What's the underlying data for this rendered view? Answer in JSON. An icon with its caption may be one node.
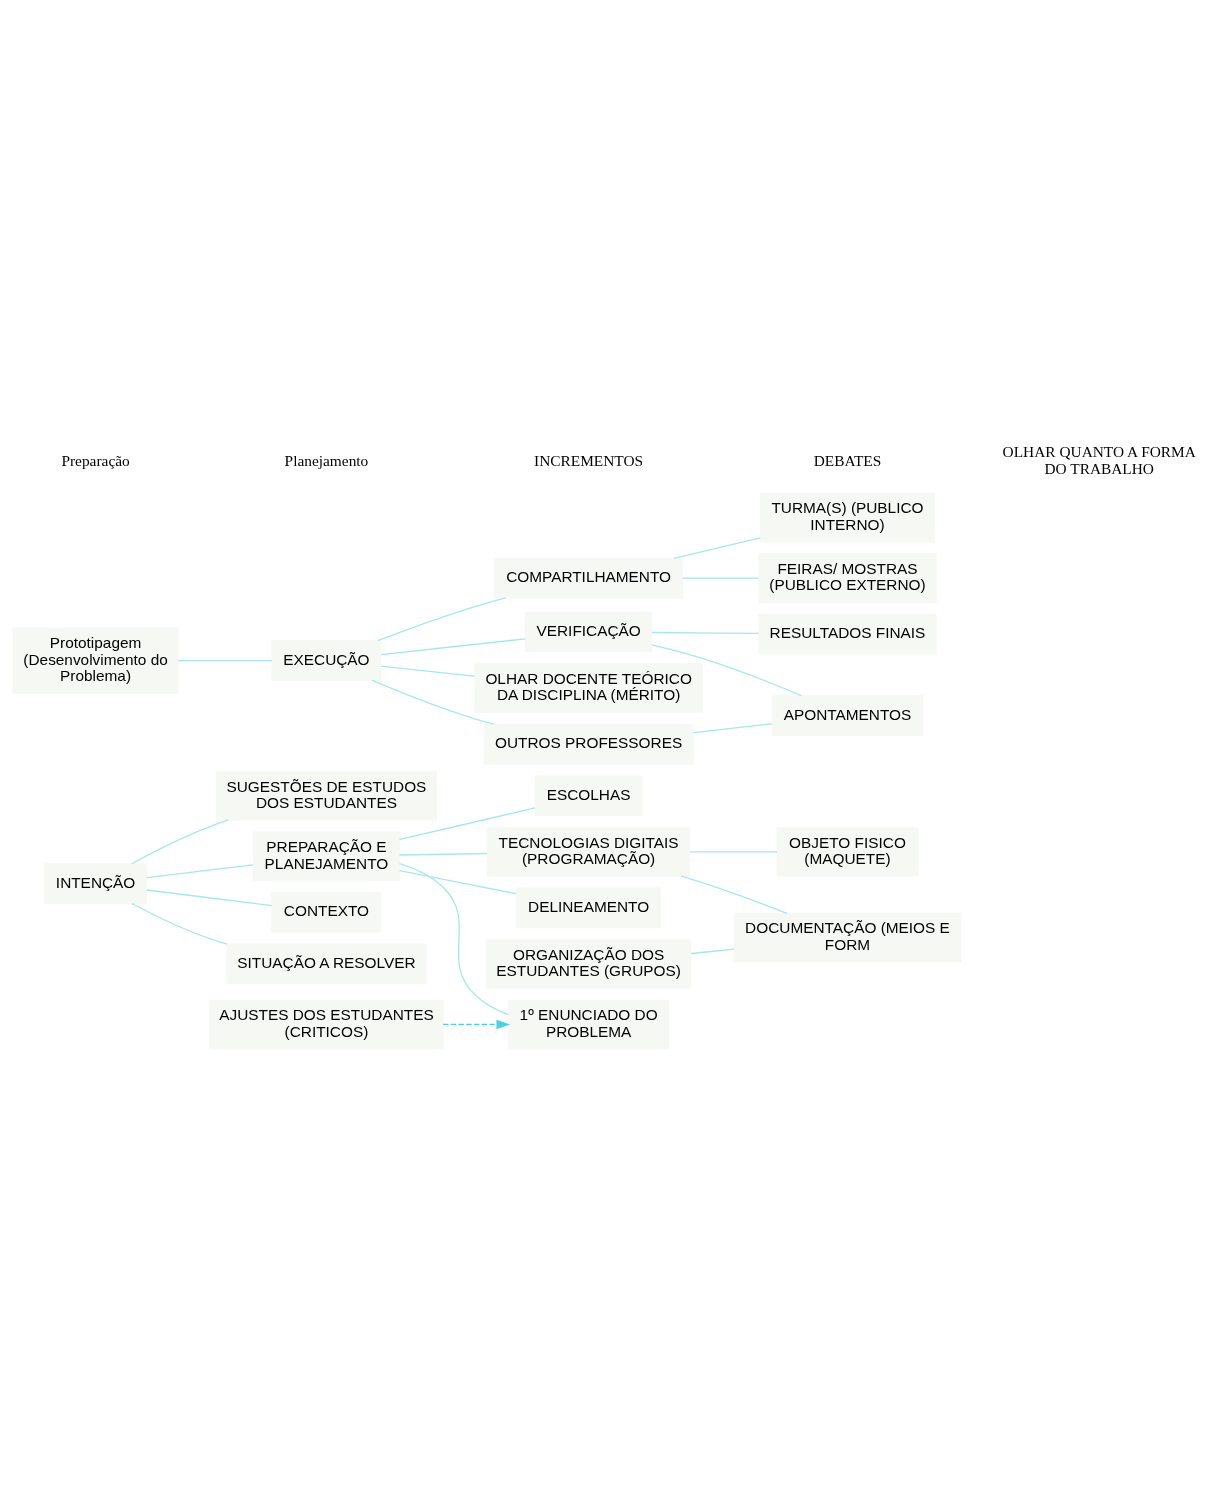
{
  "diagram": {
    "nodes": [
      {
        "text": [
          "INTENÇÃO"
        ]
      },
      {
        "text": [
          "PREPARAÇÃO E PLANEJAMENTO"
        ]
      },
      {
        "text": [
          "CONTEXTO"
        ]
      },
      {
        "text": [
          "SITUAÇÃO A RESOLVER"
        ]
      },
      {
        "text": [
          "SUGESTÕES DE ESTUDOS DOS ESTUDANTES"
        ]
      },
      {
        "text": [
          "1º ENUNCIADO DO PROBLEMA"
        ]
      },
      {
        "text": [
          "DELINEAMENTO"
        ]
      },
      {
        "text": [
          "ESCOLHAS"
        ]
      },
      {
        "text": [
          "AJUSTES DOS ESTUDANTES (CRITICOS)"
        ]
      },
      {
        "text": [
          "ORGANIZAÇÃO DOS ESTUDANTES (GRUPOS)"
        ]
      },
      {
        "text": [
          "TECNOLOGIAS DIGITAIS (PROGRAMAÇÃO)"
        ]
      },
      {
        "text": [
          "DOCUMENTAÇÃO (MEIOS E FORM"
        ]
      },
      {
        "text": [
          "OBJETO FISICO (MAQUETE)"
        ]
      },
      {
        "text": [
          "Prototipagem (Desenvolvimento do Problema)"
        ]
      },
      {
        "text": [
          "EXECUÇÃO"
        ]
      },
      {
        "text": [
          "VERIFICAÇÃO"
        ]
      },
      {
        "text": [
          "RESULTADOS FINAIS"
        ]
      },
      {
        "text": [
          "COMPARTILHAMENTO"
        ]
      },
      {
        "text": [
          "OLHAR DOCENTE TEÓRICO DA DISCIPLINA (MÉRITO)"
        ]
      },
      {
        "text": [
          "OUTROS PROFESSORES"
        ]
      },
      {
        "text": [
          "TURMA(S) (PUBLICO INTERNO)"
        ]
      },
      {
        "text": [
          "FEIRAS/ MOSTRAS (PUBLICO EXTERNO)"
        ]
      },
      {
        "text": [
          "APONTAMENTOS"
        ]
      }
    ],
    "edges": [
      {
        "from": 0,
        "to": 1,
        "arrow": "none"
      },
      {
        "from": 0,
        "to": 2,
        "arrow": "none"
      },
      {
        "from": 0,
        "to": 3,
        "arrow": "none"
      },
      {
        "from": 0,
        "to": 4,
        "arrow": "none"
      },
      {
        "from": 1,
        "to": 5,
        "arrow": "none"
      },
      {
        "from": 1,
        "to": 6,
        "arrow": "none"
      },
      {
        "from": 1,
        "to": 7,
        "arrow": "none"
      },
      {
        "from": 1,
        "to": 10,
        "arrow": "none"
      },
      {
        "from": 10,
        "to": 11,
        "arrow": "none"
      },
      {
        "from": 10,
        "to": 12,
        "arrow": "none"
      },
      {
        "from": 9,
        "to": 11,
        "arrow": "none"
      },
      {
        "from": 8,
        "to": 5,
        "arrow": "to",
        "style": "dashed",
        "color": "#4dd0e1"
      },
      {
        "from": 13,
        "to": 14,
        "arrow": "none"
      },
      {
        "from": 14,
        "to": 15,
        "arrow": "none"
      },
      {
        "from": 15,
        "to": 16,
        "arrow": "none"
      },
      {
        "from": 14,
        "to": 17,
        "arrow": "none"
      },
      {
        "from": 14,
        "to": 18,
        "arrow": "none"
      },
      {
        "from": 14,
        "to": 19,
        "arrow": "none"
      },
      {
        "from": 17,
        "to": 20,
        "arrow": "none"
      },
      {
        "from": 17,
        "to": 21,
        "arrow": "none"
      },
      {
        "from": 19,
        "to": 22,
        "arrow": "none"
      },
      {
        "from": 15,
        "to": 22,
        "arrow": "none"
      }
    ],
    "labels": [
      "Preparação",
      "Planejamento",
      "INCREMENTOS",
      "DEBATES",
      "OLHAR QUANTO A FORMA DO TRABALHO"
    ]
  }
}
